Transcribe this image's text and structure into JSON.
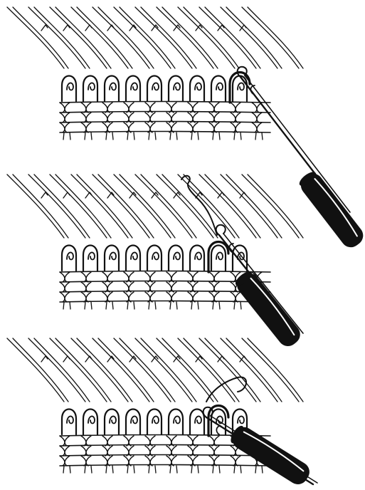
{
  "figure": {
    "panels": [
      {
        "step": 1,
        "loops": 9,
        "active_loop": 8,
        "tool": "latch-needle",
        "tool_state": "hook-through-loop"
      },
      {
        "step": 2,
        "loops": 9,
        "active_loop": 7,
        "tool": "latch-needle",
        "tool_state": "yarn-caught-in-hook"
      },
      {
        "step": 3,
        "loops": 9,
        "active_loop": 7,
        "tool": "latch-needle",
        "tool_state": "loop-pulled-and-latched"
      }
    ],
    "colors": {
      "ink": "#111111",
      "paper": "#ffffff"
    }
  }
}
